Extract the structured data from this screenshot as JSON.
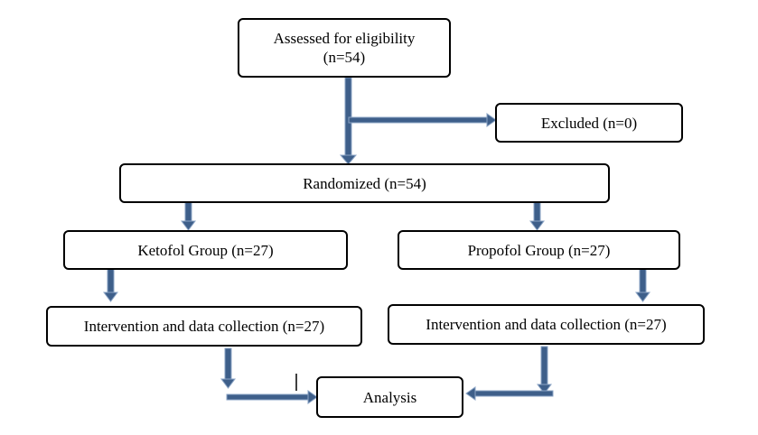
{
  "flowchart": {
    "eligibility": {
      "label": "Assessed for eligibility",
      "count": "(n=54)"
    },
    "excluded": {
      "label": "Excluded (n=0)"
    },
    "randomized": {
      "label": "Randomized (n=54)"
    },
    "ketofol": {
      "label": "Ketofol Group (n=27)"
    },
    "propofol": {
      "label": "Propofol Group (n=27)"
    },
    "intervention_left": {
      "label": "Intervention and data collection (n=27)"
    },
    "intervention_right": {
      "label": "Intervention and data collection (n=27)"
    },
    "analysis": {
      "label": "Analysis"
    }
  },
  "colors": {
    "arrow": "#3E5F8A",
    "arrow_outline": "#8AA3C4",
    "border": "#000000"
  }
}
